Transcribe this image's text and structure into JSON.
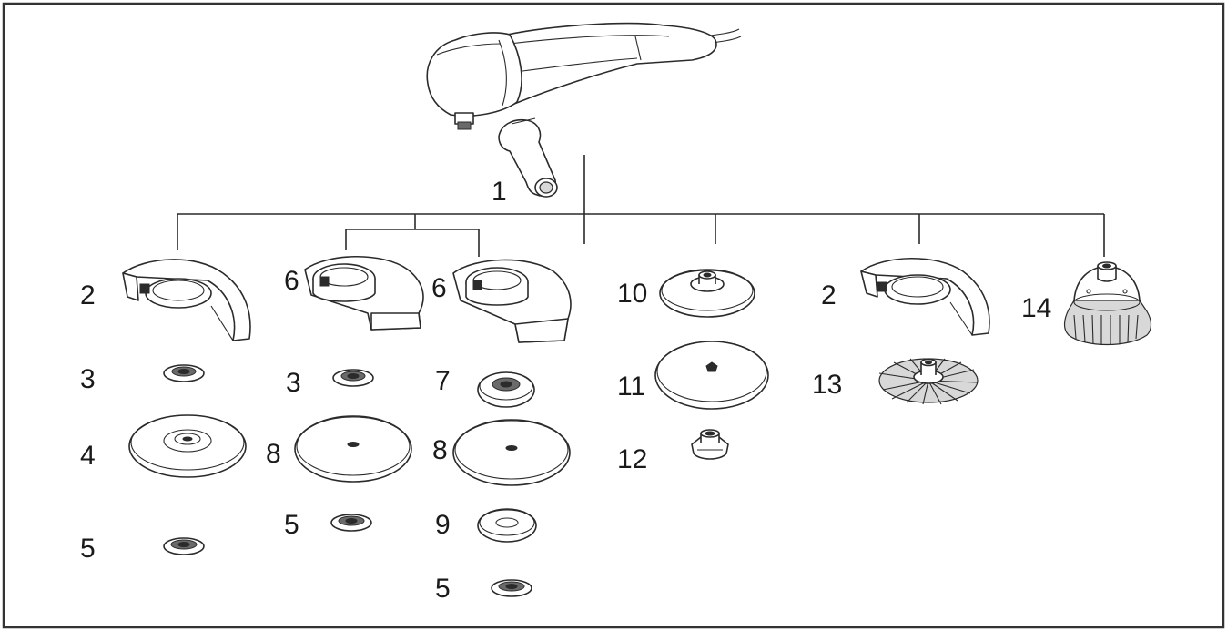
{
  "labels": {
    "l1": "1",
    "l2a": "2",
    "l2b": "2",
    "l3a": "3",
    "l3b": "3",
    "l4": "4",
    "l5a": "5",
    "l5b": "5",
    "l5c": "5",
    "l6a": "6",
    "l6b": "6",
    "l7": "7",
    "l8a": "8",
    "l8b": "8",
    "l9": "9",
    "l10": "10",
    "l11": "11",
    "l12": "12",
    "l13": "13",
    "l14": "14"
  },
  "colors": {
    "line": "#2a2a2a",
    "background": "#ffffff"
  }
}
